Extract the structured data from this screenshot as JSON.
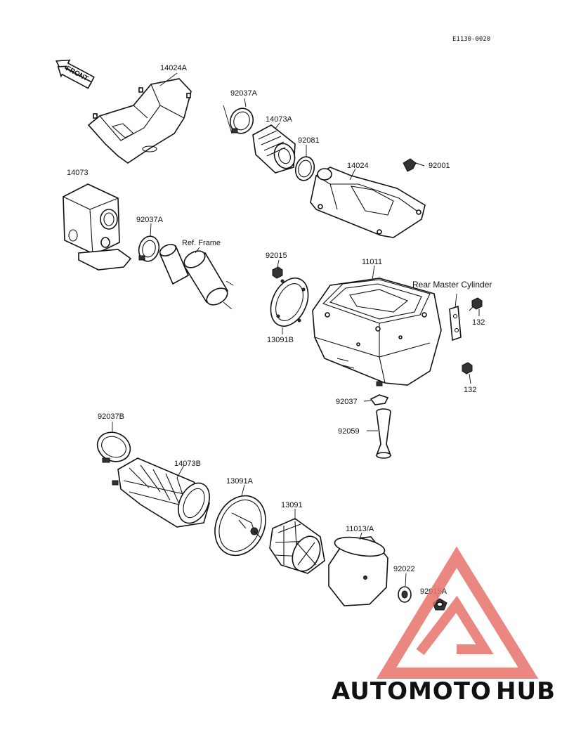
{
  "diagram": {
    "reference_code": "E1130-0020",
    "front_arrow_label": "FRONT",
    "parts": [
      {
        "id": "p14024A",
        "label": "14024A"
      },
      {
        "id": "p92037A_top",
        "label": "92037A"
      },
      {
        "id": "p14073A",
        "label": "14073A"
      },
      {
        "id": "p92081",
        "label": "92081"
      },
      {
        "id": "p14024",
        "label": "14024"
      },
      {
        "id": "p92001",
        "label": "92001"
      },
      {
        "id": "p14073",
        "label": "14073"
      },
      {
        "id": "p92037A_mid",
        "label": "92037A"
      },
      {
        "id": "p_ref_frame",
        "label": "Ref. Frame"
      },
      {
        "id": "p92015",
        "label": "92015"
      },
      {
        "id": "p11011",
        "label": "11011"
      },
      {
        "id": "p_rear_master",
        "label": "Rear  Master  Cylinder"
      },
      {
        "id": "p132_a",
        "label": "132"
      },
      {
        "id": "p132_b",
        "label": "132"
      },
      {
        "id": "p13091B",
        "label": "13091B"
      },
      {
        "id": "p92037",
        "label": "92037"
      },
      {
        "id": "p92059",
        "label": "92059"
      },
      {
        "id": "p92037B",
        "label": "92037B"
      },
      {
        "id": "p14073B",
        "label": "14073B"
      },
      {
        "id": "p13091A",
        "label": "13091A"
      },
      {
        "id": "p13091",
        "label": "13091"
      },
      {
        "id": "p11013A",
        "label": "11013/A"
      },
      {
        "id": "p92022",
        "label": "92022"
      },
      {
        "id": "p92015A",
        "label": "92015A"
      }
    ]
  },
  "watermark": {
    "brand_part1": "AUTOMOTO",
    "brand_part2": "HUB",
    "color_orange": "#f5b041",
    "color_red": "#e8736c",
    "color_gray": "#8c8c8c"
  }
}
